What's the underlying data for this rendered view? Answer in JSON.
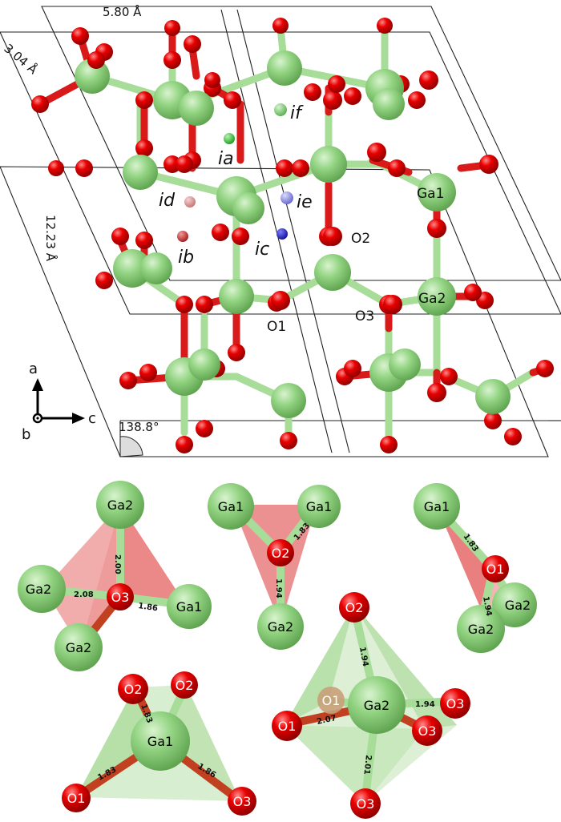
{
  "colors": {
    "ga": "#8ad07a",
    "o": "#e00000",
    "bond_ga": "#a7dd98",
    "bond_o": "#d81a1a",
    "poly_red": "#e04848",
    "poly_green": "#8fce78",
    "site_ia": "#33c233",
    "site_if": "#7bcf73",
    "site_ie": "#8f8fe0",
    "site_ic": "#2727c8",
    "site_id": "#e09a9a",
    "site_ib": "#d84040"
  },
  "cell": {
    "dim_c": "5.80 Å",
    "dim_b": "3.04 Å",
    "dim_a": "12.23 Å",
    "angle": "138.8°"
  },
  "axes": {
    "a": "a",
    "b": "b",
    "c": "c"
  },
  "site_labels": {
    "ia": "ia",
    "ib": "ib",
    "ic": "ic",
    "id": "id",
    "ie": "ie",
    "if": "if"
  },
  "atom_labels": {
    "ga1": "Ga1",
    "ga2": "Ga2",
    "o1": "O1",
    "o2": "O2",
    "o3": "O3"
  },
  "polyhedra": {
    "o3": {
      "center": "O3",
      "ligands": [
        "Ga2",
        "Ga2",
        "Ga2",
        "Ga1"
      ],
      "bonds": [
        "2.00",
        "2.08",
        "1.86"
      ]
    },
    "o2": {
      "center": "O2",
      "ligands": [
        "Ga1",
        "Ga1",
        "Ga2"
      ],
      "bonds": [
        "1.83",
        "1.94"
      ]
    },
    "o1": {
      "center": "O1",
      "ligands": [
        "Ga1",
        "Ga2",
        "Ga2"
      ],
      "bonds": [
        "1.83",
        "1.94"
      ]
    },
    "ga1": {
      "center": "Ga1",
      "ligands": [
        "O2",
        "O2",
        "O1",
        "O3"
      ],
      "bonds": [
        "1.83",
        "1.83",
        "1.86"
      ]
    },
    "ga2": {
      "center": "Ga2",
      "ligands": [
        "O2",
        "O1",
        "O1",
        "O3",
        "O3",
        "O3"
      ],
      "bonds": [
        "1.94",
        "2.07",
        "1.94",
        "2.01"
      ]
    }
  }
}
